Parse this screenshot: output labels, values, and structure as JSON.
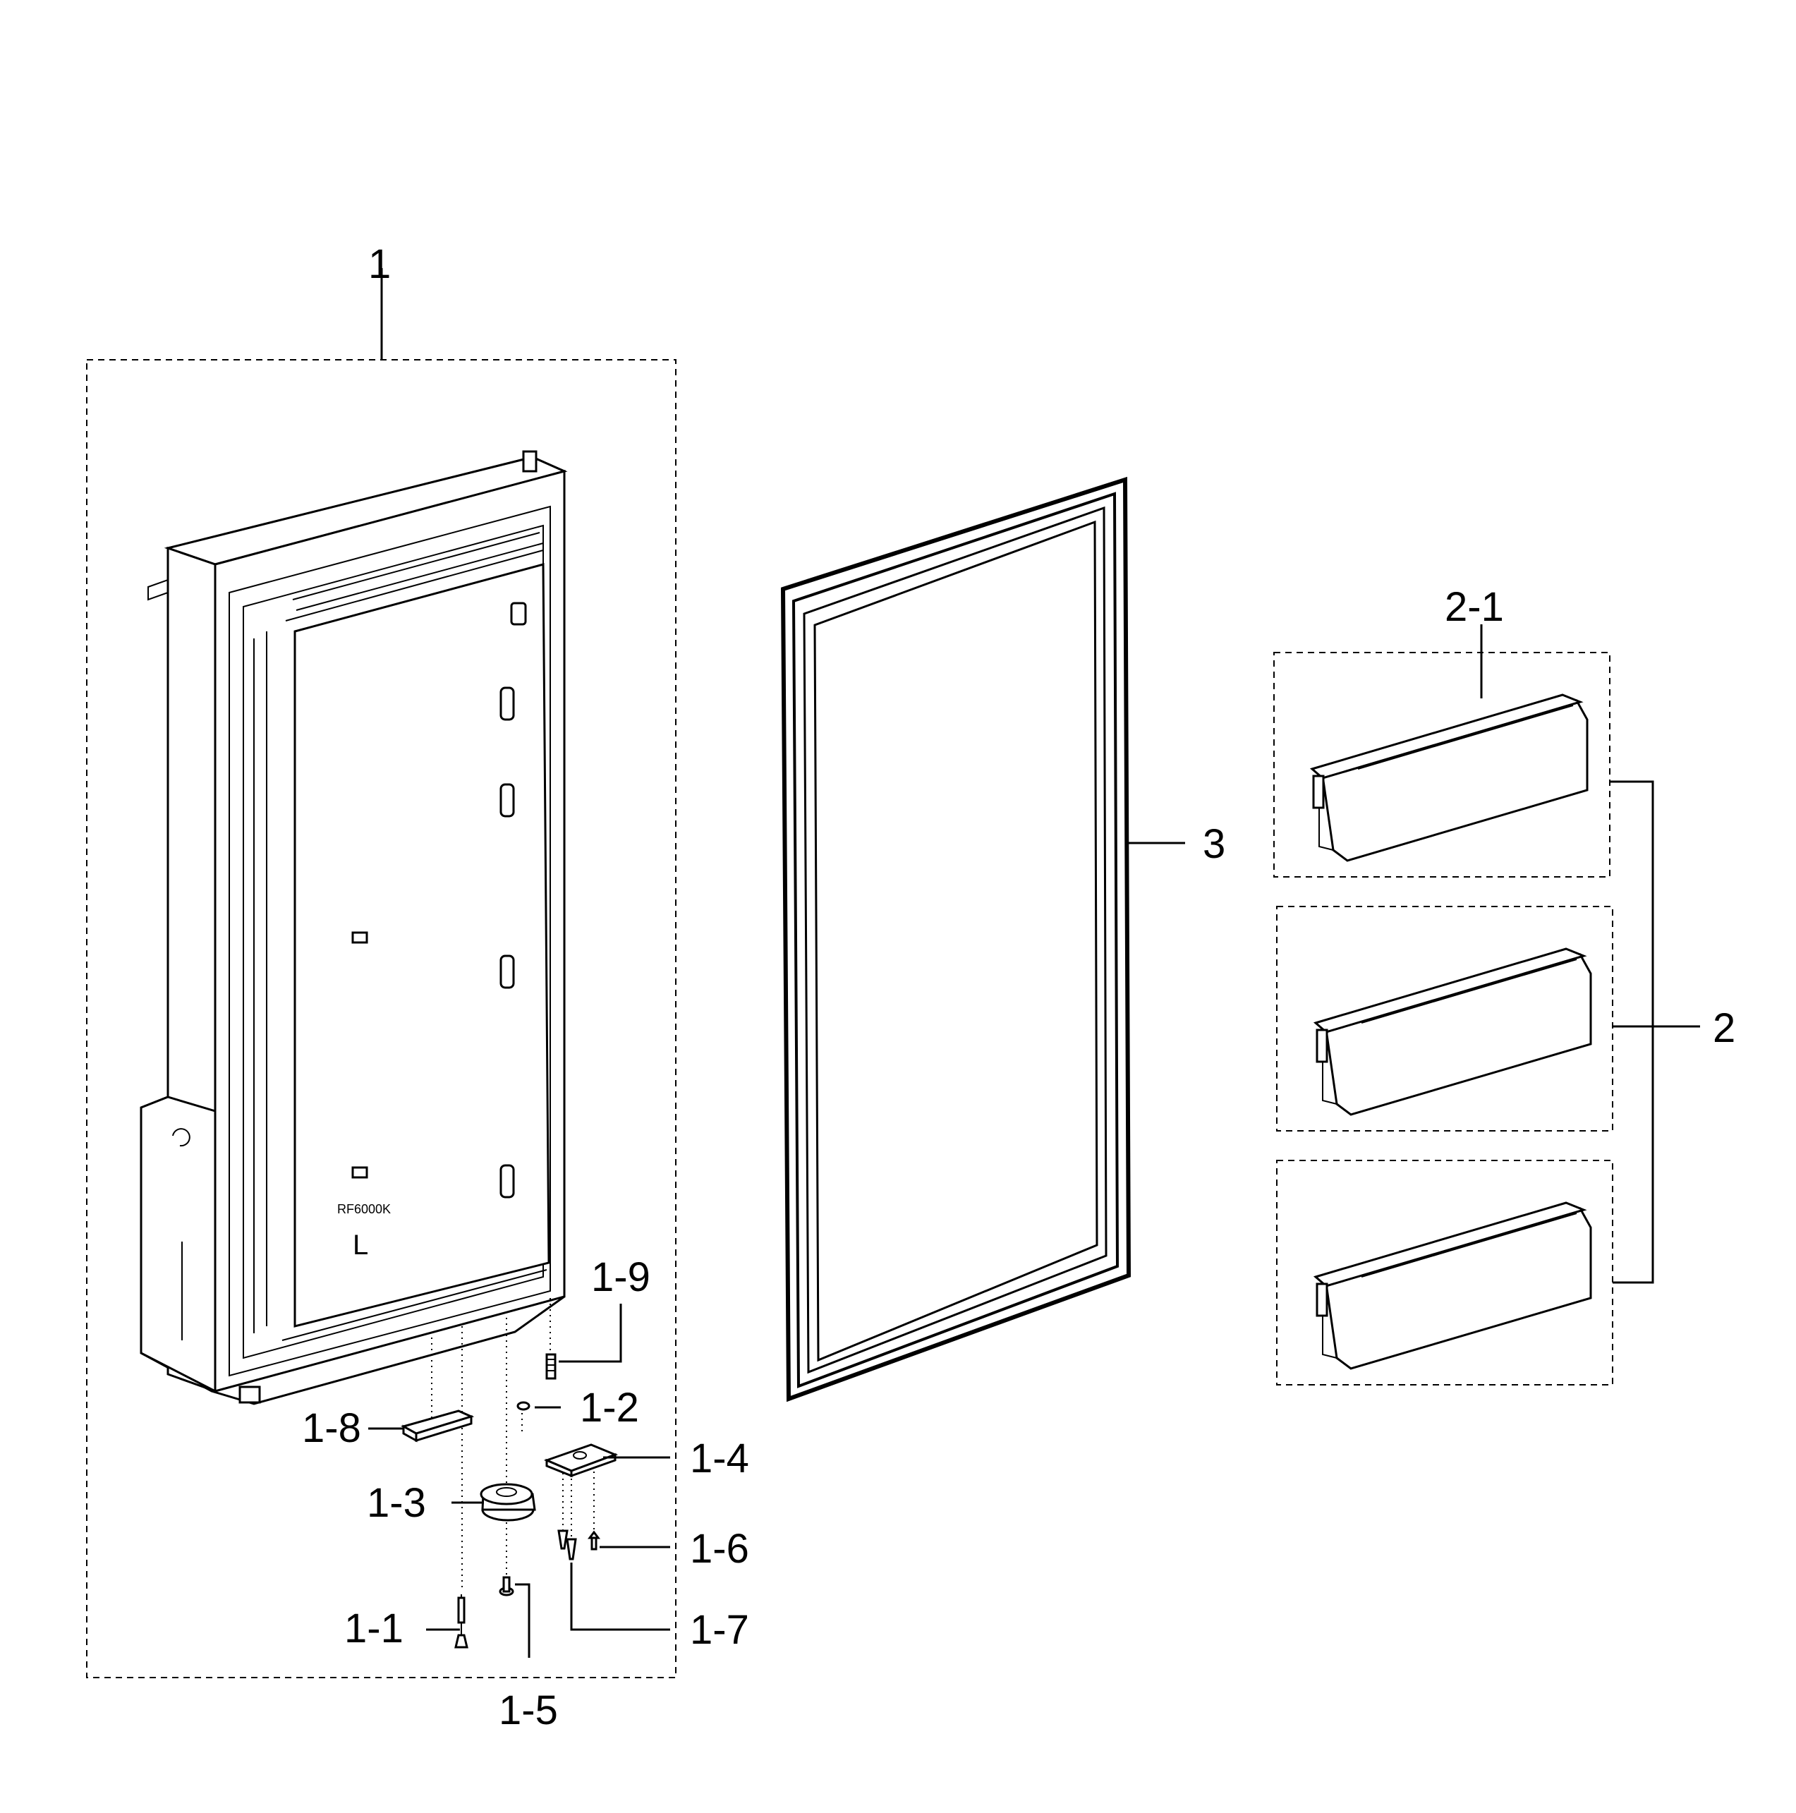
{
  "callouts": {
    "c1": "1",
    "c2": "2",
    "c3": "3",
    "c2_1": "2-1",
    "c1_1": "1-1",
    "c1_2": "1-2",
    "c1_3": "1-3",
    "c1_4": "1-4",
    "c1_5": "1-5",
    "c1_6": "1-6",
    "c1_7": "1-7",
    "c1_8": "1-8",
    "c1_9": "1-9"
  },
  "door_marks": {
    "model": "RF6000K",
    "side": "L"
  }
}
